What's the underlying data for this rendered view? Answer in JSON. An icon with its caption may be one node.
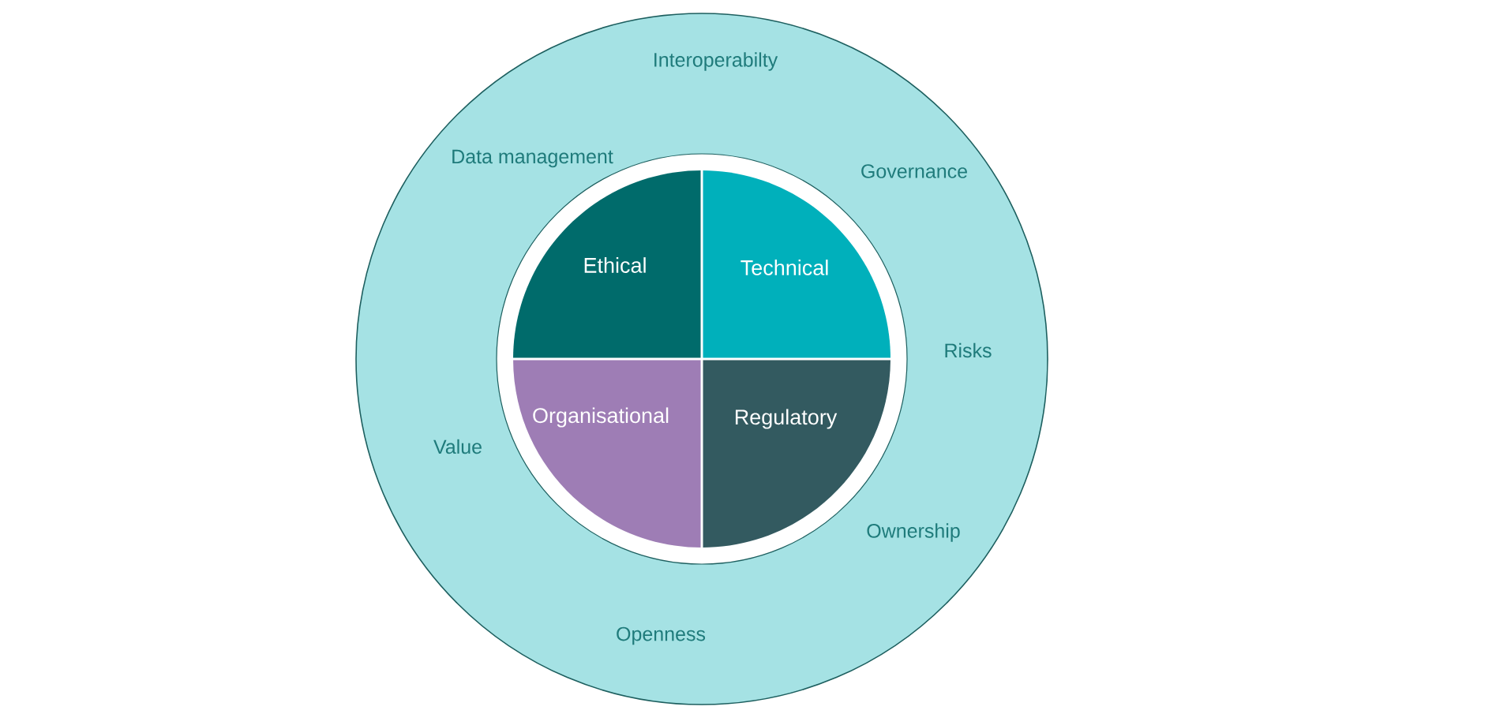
{
  "diagram": {
    "nodes": [
      {
        "text": [
          "Interoperabilty",
          "Data management",
          "Governance",
          "Risks",
          "Value",
          "Ownership",
          "Openness"
        ]
      },
      {
        "text": [
          "Ethical"
        ],
        "in": 0
      },
      {
        "text": [
          "Technical"
        ],
        "in": 0
      },
      {
        "text": [
          "Organisational"
        ],
        "in": 0
      },
      {
        "text": [
          "Regulatory"
        ],
        "in": 0
      }
    ]
  }
}
